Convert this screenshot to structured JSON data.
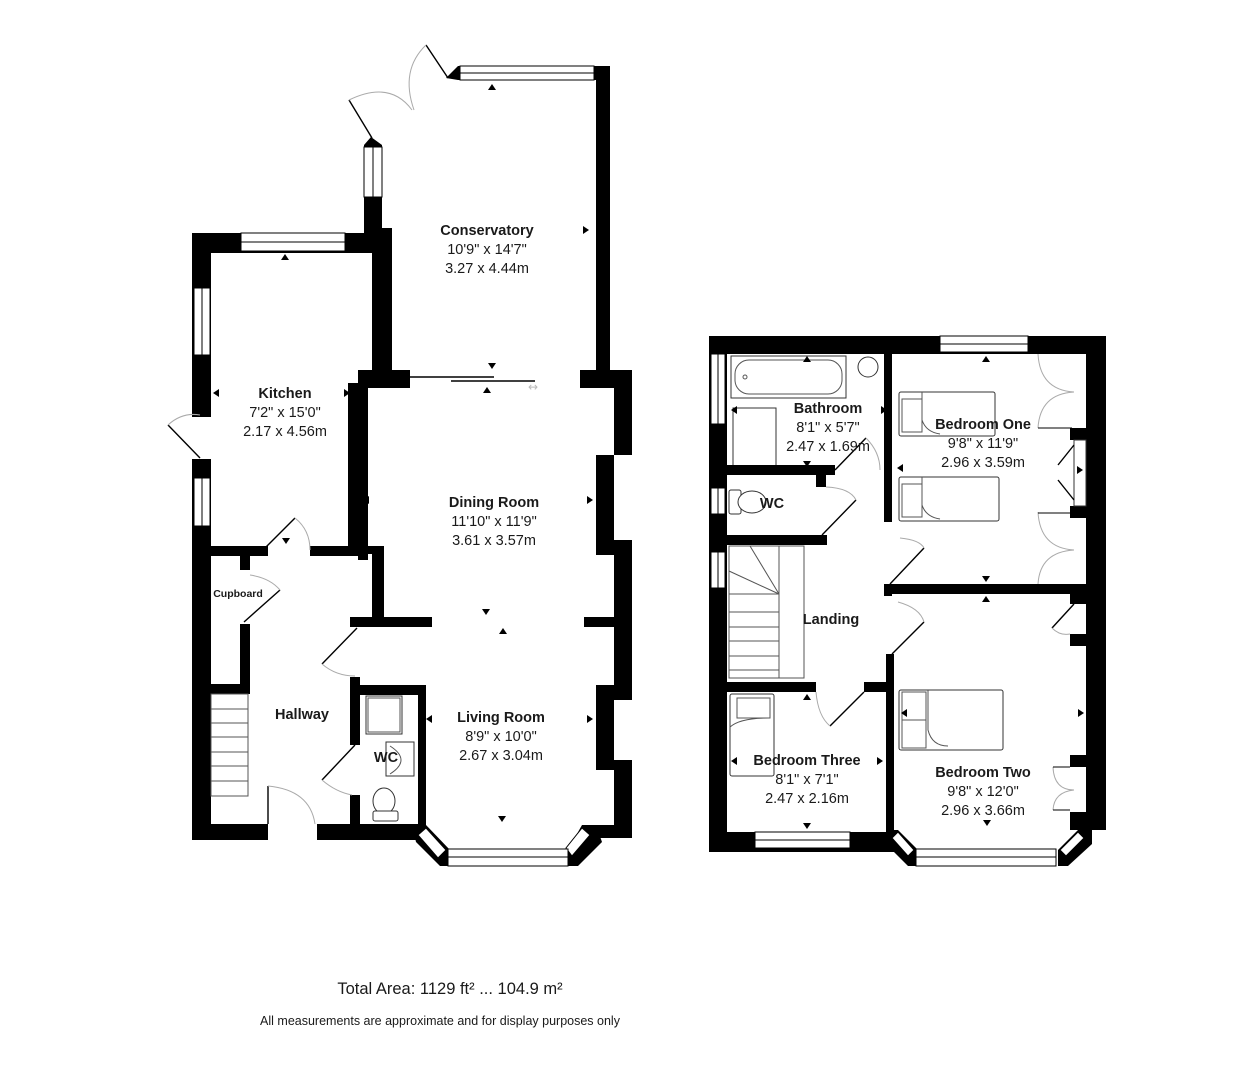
{
  "ground_floor": {
    "rooms": {
      "conservatory": {
        "name": "Conservatory",
        "imperial": "10'9\" x 14'7\"",
        "metric": "3.27 x 4.44m"
      },
      "kitchen": {
        "name": "Kitchen",
        "imperial": "7'2\" x 15'0\"",
        "metric": "2.17 x 4.56m"
      },
      "dining_room": {
        "name": "Dining Room",
        "imperial": "11'10\" x 11'9\"",
        "metric": "3.61 x 3.57m"
      },
      "cupboard": {
        "name": "Cupboard"
      },
      "hallway": {
        "name": "Hallway"
      },
      "wc": {
        "name": "WC"
      },
      "living_room": {
        "name": "Living Room",
        "imperial": "8'9\" x 10'0\"",
        "metric": "2.67 x 3.04m"
      }
    }
  },
  "first_floor": {
    "rooms": {
      "bathroom": {
        "name": "Bathroom",
        "imperial": "8'1\" x 5'7\"",
        "metric": "2.47 x 1.69m"
      },
      "wc": {
        "name": "WC"
      },
      "bedroom_one": {
        "name": "Bedroom One",
        "imperial": "9'8\" x 11'9\"",
        "metric": "2.96 x 3.59m"
      },
      "landing": {
        "name": "Landing"
      },
      "bedroom_three": {
        "name": "Bedroom Three",
        "imperial": "8'1\" x 7'1\"",
        "metric": "2.47 x 2.16m"
      },
      "bedroom_two": {
        "name": "Bedroom Two",
        "imperial": "9'8\" x 12'0\"",
        "metric": "2.96 x 3.66m"
      }
    }
  },
  "footer": {
    "total_area": "Total Area: 1129 ft² ... 104.9 m²",
    "disclaimer": "All measurements are approximate and for display purposes only"
  },
  "colors": {
    "wall": "#000000",
    "background": "#ffffff",
    "door_arc": "#aaaaaa",
    "text": "#1a1a1a"
  }
}
